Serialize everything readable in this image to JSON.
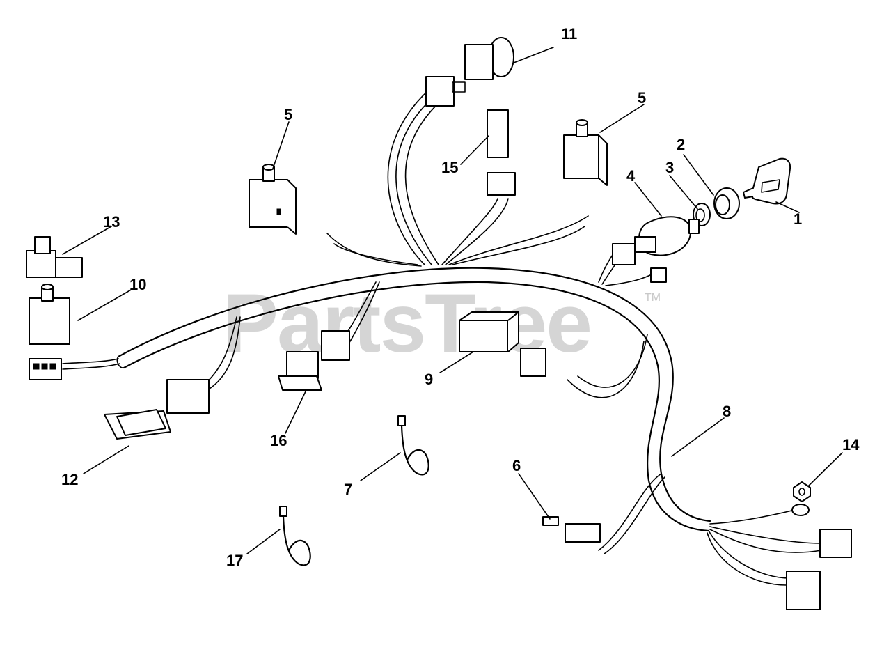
{
  "watermark": {
    "text": "PartsTree",
    "trademark": "TM"
  },
  "callouts": [
    {
      "id": "callout-1",
      "label": "1"
    },
    {
      "id": "callout-2",
      "label": "2"
    },
    {
      "id": "callout-3",
      "label": "3"
    },
    {
      "id": "callout-4",
      "label": "4"
    },
    {
      "id": "callout-5a",
      "label": "5"
    },
    {
      "id": "callout-5b",
      "label": "5"
    },
    {
      "id": "callout-6",
      "label": "6"
    },
    {
      "id": "callout-7",
      "label": "7"
    },
    {
      "id": "callout-8",
      "label": "8"
    },
    {
      "id": "callout-9",
      "label": "9"
    },
    {
      "id": "callout-10",
      "label": "10"
    },
    {
      "id": "callout-11",
      "label": "11"
    },
    {
      "id": "callout-12",
      "label": "12"
    },
    {
      "id": "callout-13",
      "label": "13"
    },
    {
      "id": "callout-14",
      "label": "14"
    },
    {
      "id": "callout-15",
      "label": "15"
    },
    {
      "id": "callout-16",
      "label": "16"
    },
    {
      "id": "callout-17",
      "label": "17"
    }
  ]
}
